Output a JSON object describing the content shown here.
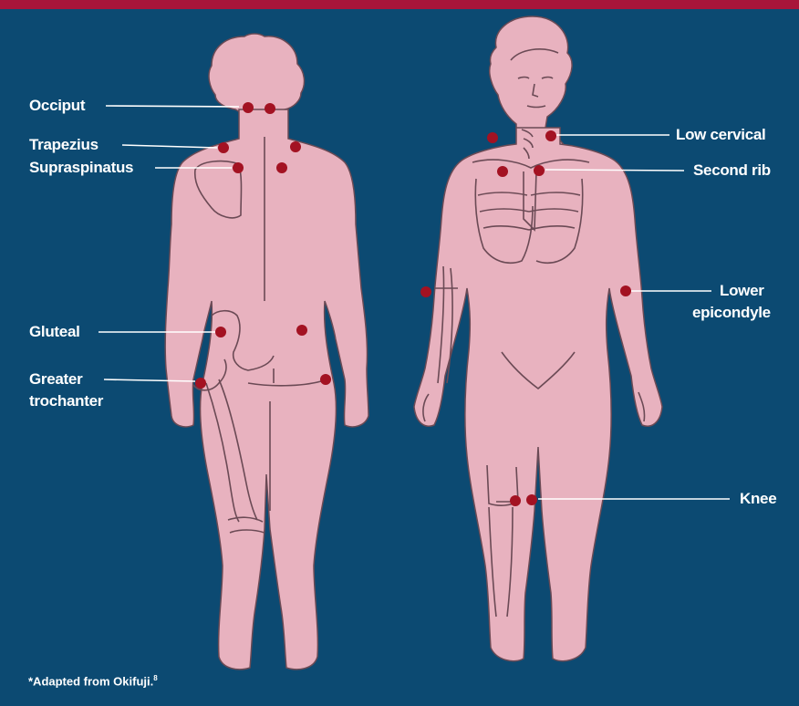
{
  "colors": {
    "background": "#0c4a72",
    "top_bar": "#a8153a",
    "body_fill": "#e8b2bf",
    "body_outline": "#6b4a55",
    "tender_point": "#a31222",
    "leader_line": "#ffffff",
    "label_text": "#ffffff"
  },
  "back_view_labels": {
    "occiput": "Occiput",
    "trapezius": "Trapezius",
    "supraspinatus": "Supraspinatus",
    "gluteal": "Gluteal",
    "greater_trochanter_line1": "Greater",
    "greater_trochanter_line2": "trochanter"
  },
  "front_view_labels": {
    "low_cervical": "Low cervical",
    "second_rib": "Second rib",
    "lower_epicondyle_line1": "Lower",
    "lower_epicondyle_line2": "epicondyle",
    "knee": "Knee"
  },
  "source_note": {
    "text": "*Adapted from Okifuji.",
    "ref": "8"
  }
}
